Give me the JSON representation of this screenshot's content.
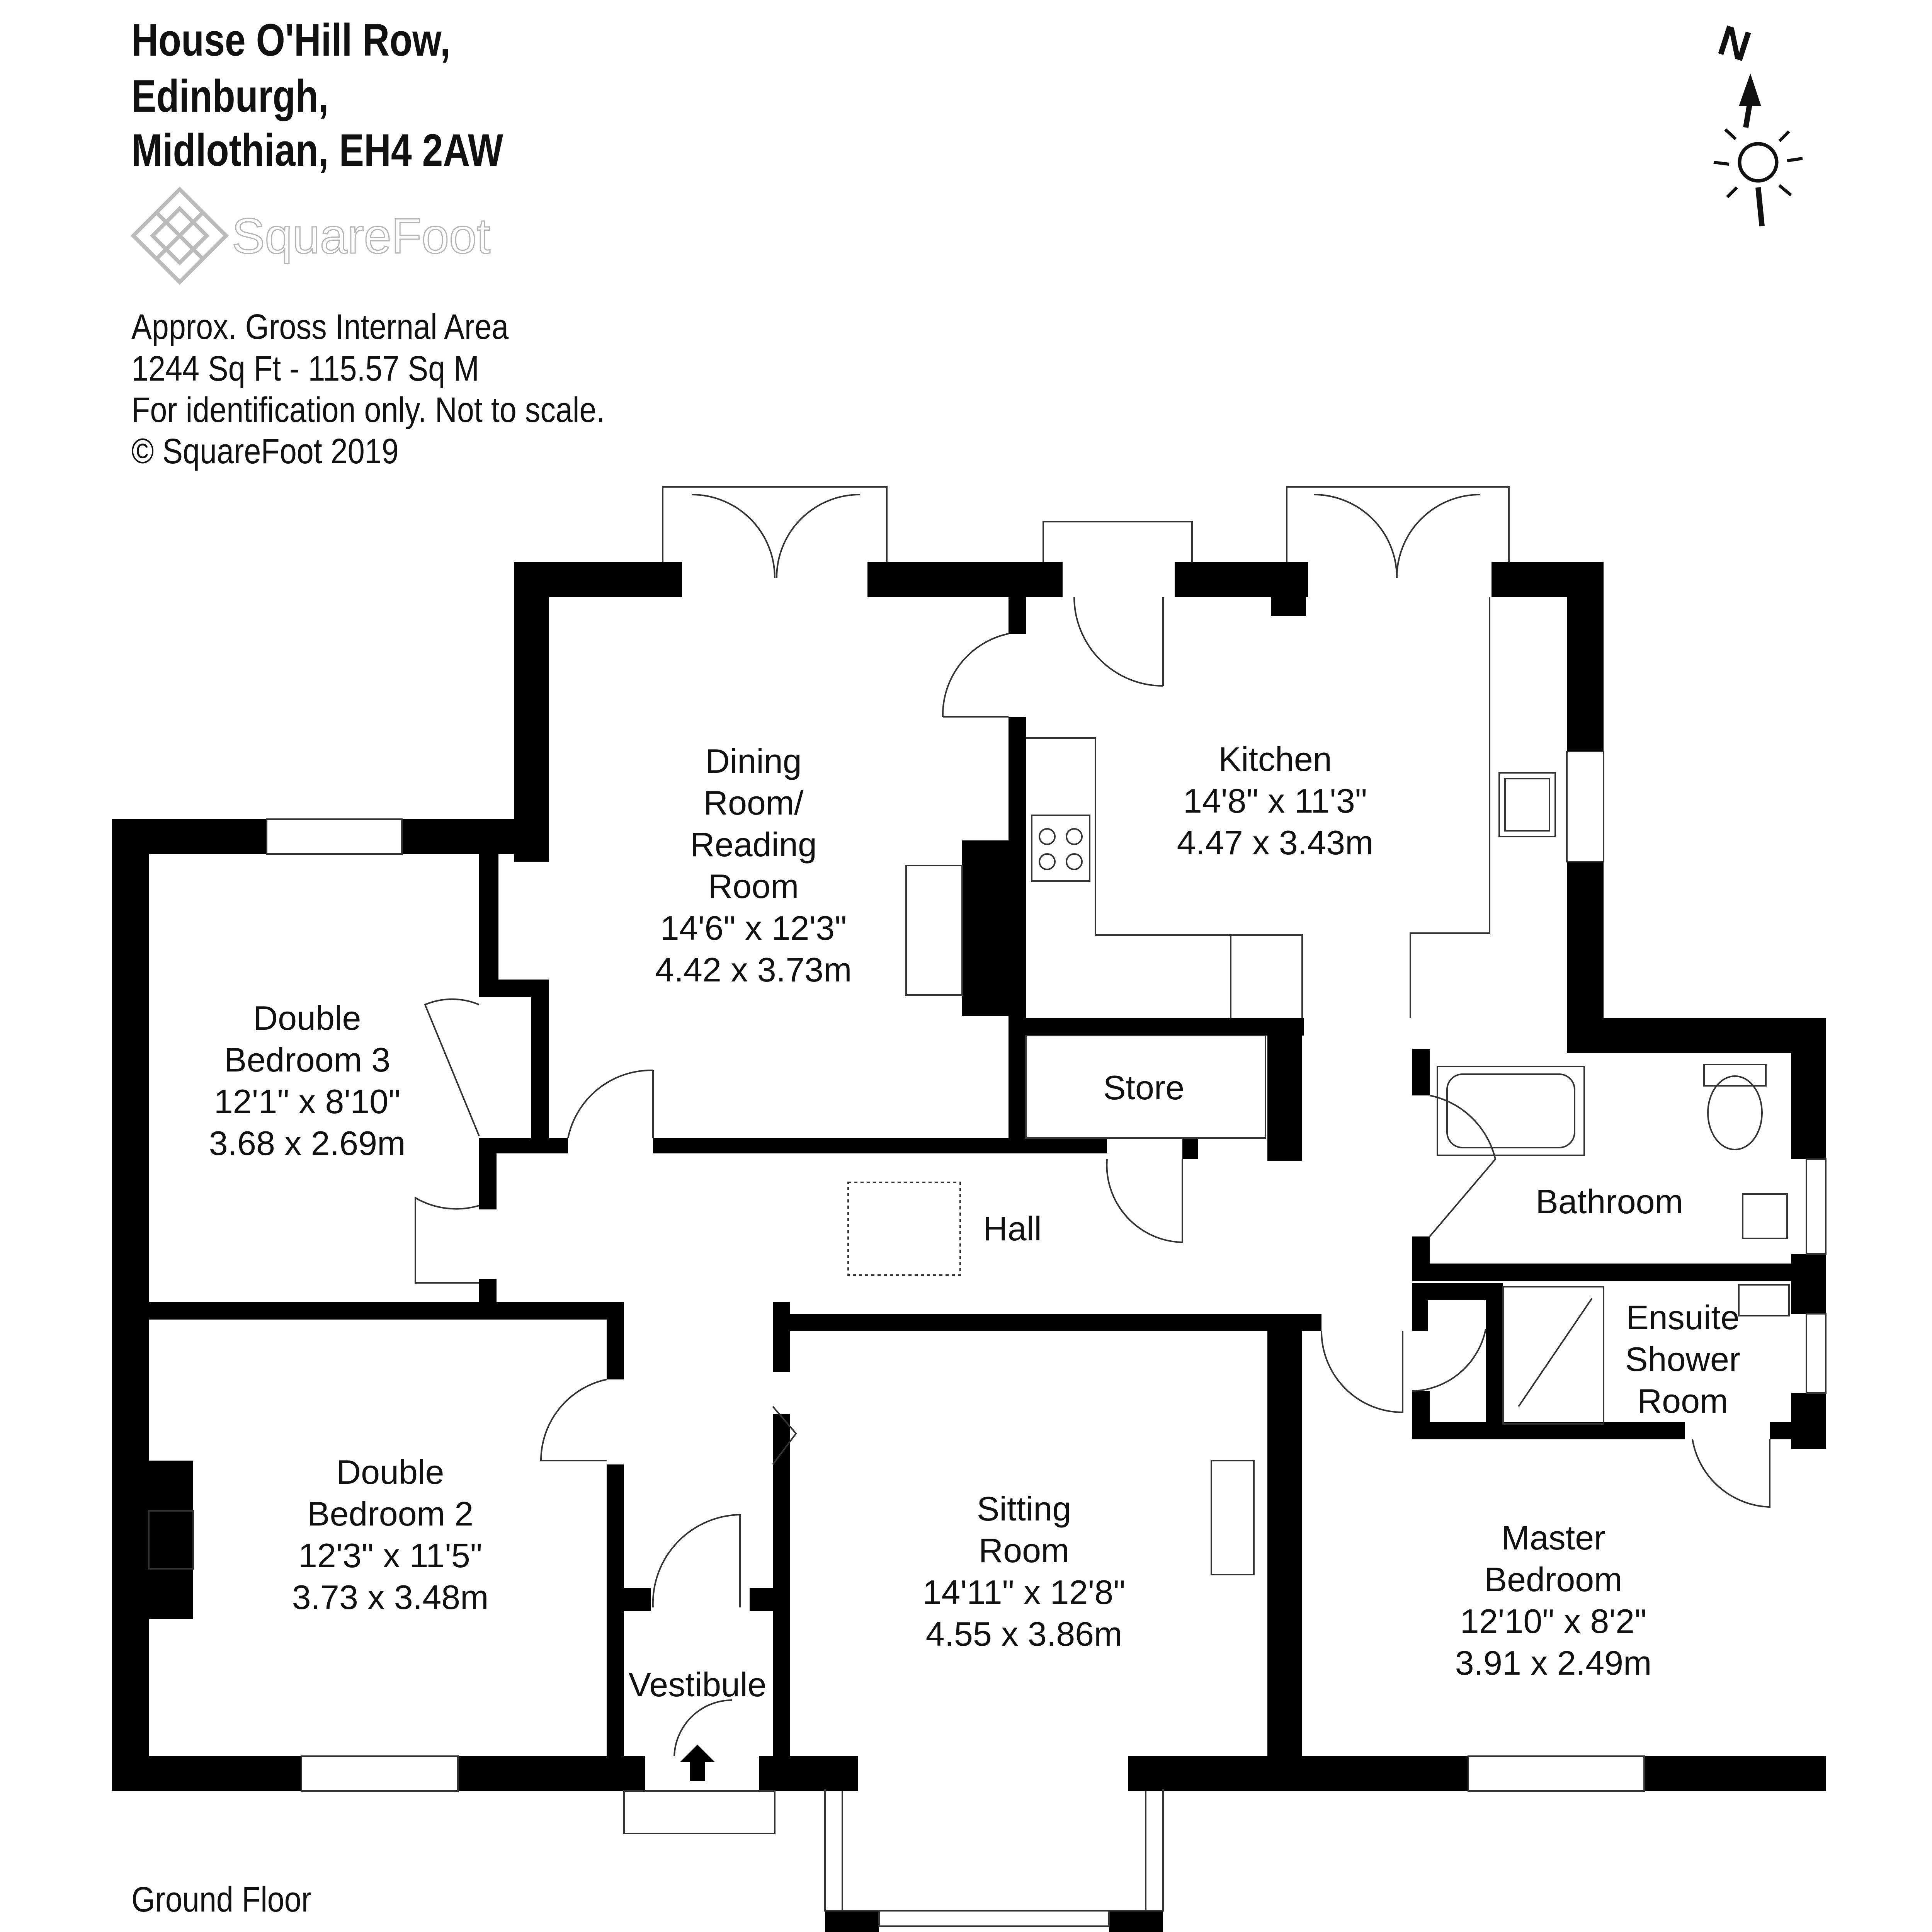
{
  "header": {
    "address_line1": "House O'Hill Row,",
    "address_line2": "Edinburgh,",
    "address_line3": "Midlothian, EH4 2AW"
  },
  "logo": {
    "text": "SquareFoot"
  },
  "info": {
    "area_title": "Approx. Gross Internal Area",
    "area_value": "1244 Sq Ft  -  115.57 Sq M",
    "disclaimer": "For identification only. Not to scale.",
    "copyright": "© SquareFoot 2019"
  },
  "compass": {
    "label": "N"
  },
  "floor_label": "Ground Floor",
  "rooms": {
    "dining": {
      "l1": "Dining",
      "l2": "Room/",
      "l3": "Reading",
      "l4": "Room",
      "imperial": "14'6\" x 12'3\"",
      "metric": "4.42 x 3.73m"
    },
    "kitchen": {
      "name": "Kitchen",
      "imperial": "14'8\" x 11'3\"",
      "metric": "4.47 x 3.43m"
    },
    "bedroom3": {
      "l1": "Double",
      "l2": "Bedroom 3",
      "imperial": "12'1\" x 8'10\"",
      "metric": "3.68 x 2.69m"
    },
    "store": {
      "name": "Store"
    },
    "hall": {
      "name": "Hall"
    },
    "bathroom": {
      "name": "Bathroom"
    },
    "ensuite": {
      "l1": "Ensuite",
      "l2": "Shower",
      "l3": "Room"
    },
    "bedroom2": {
      "l1": "Double",
      "l2": "Bedroom 2",
      "imperial": "12'3\" x 11'5\"",
      "metric": "3.73 x 3.48m"
    },
    "sitting": {
      "l1": "Sitting",
      "l2": "Room",
      "imperial": "14'11\" x 12'8\"",
      "metric": "4.55 x 3.86m"
    },
    "vestibule": {
      "name": "Vestibule"
    },
    "master": {
      "l1": "Master",
      "l2": "Bedroom",
      "imperial": "12'10\" x 8'2\"",
      "metric": "3.91 x 2.49m"
    }
  }
}
